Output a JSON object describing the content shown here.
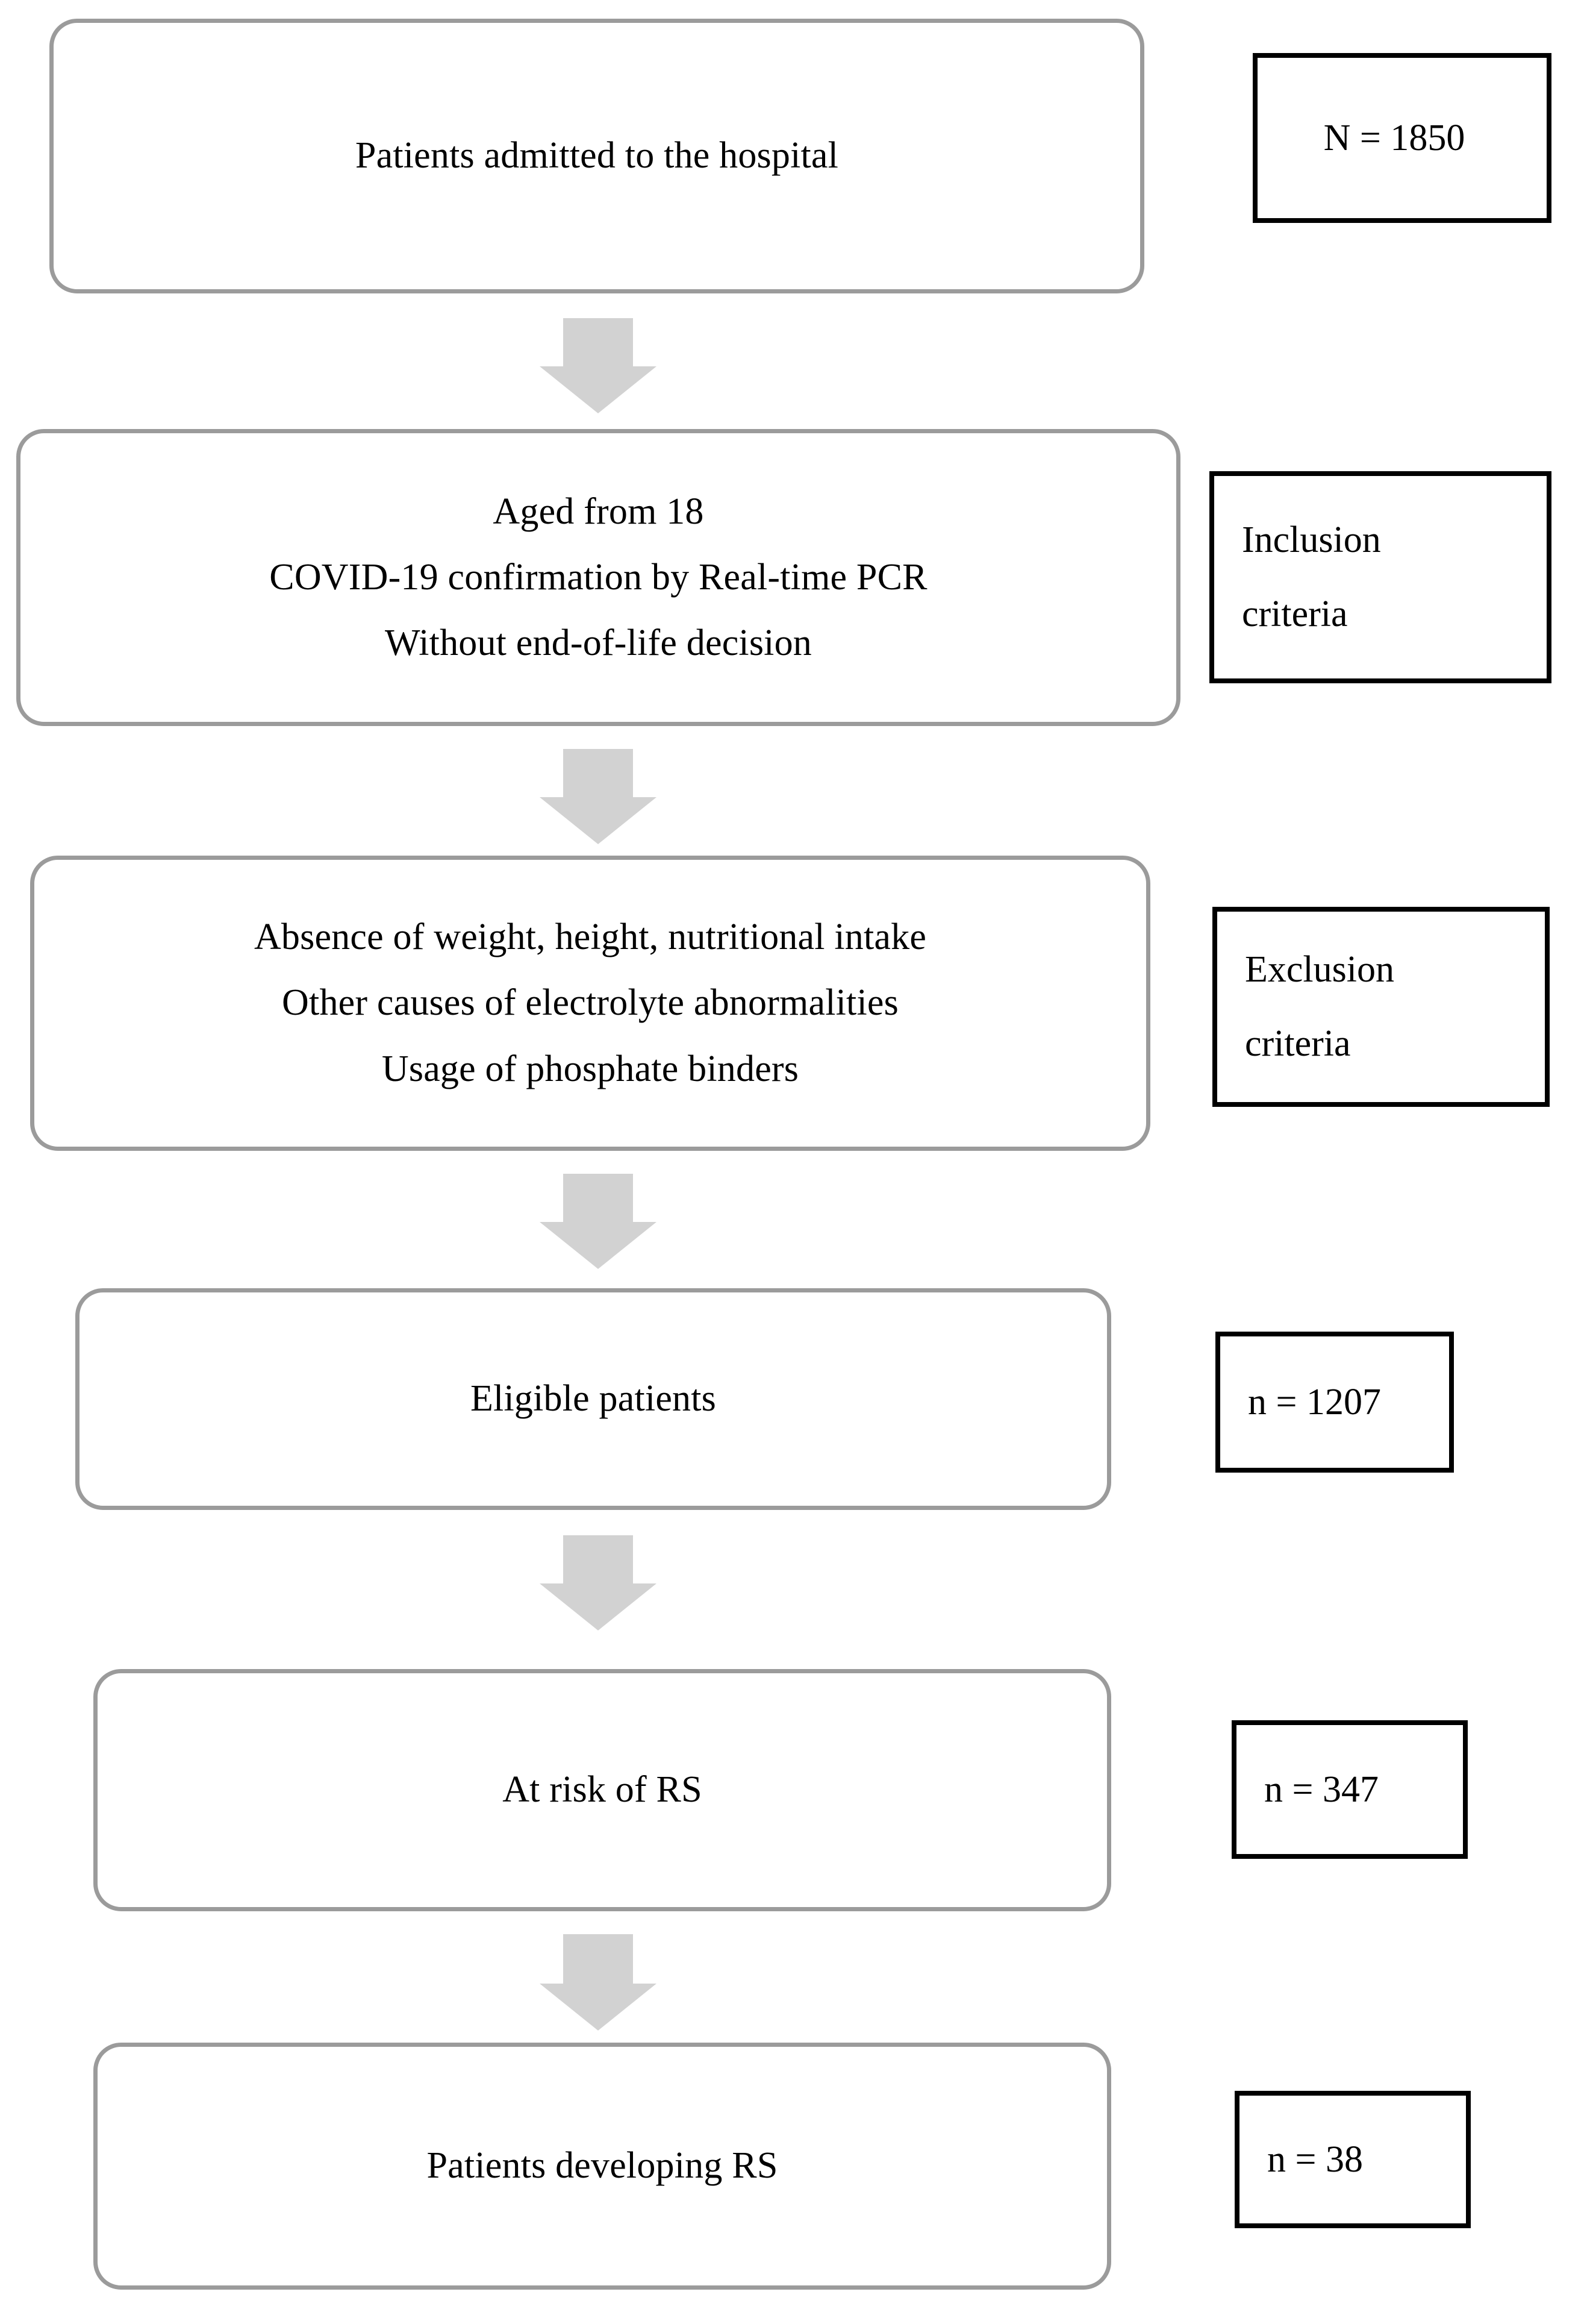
{
  "figure": {
    "kind": "study-flow-diagram",
    "colors": {
      "node_border": "#9b9b9b",
      "side_border": "#000000",
      "arrow_fill": "#d2d2d2",
      "background": "#ffffff",
      "text": "#000000"
    }
  },
  "nodes": [
    {
      "id": "admitted",
      "lines": [
        "Patients admitted to the hospital"
      ]
    },
    {
      "id": "inclusion",
      "lines": [
        "Aged from 18",
        "COVID-19 confirmation by Real-time PCR",
        "Without end-of-life decision"
      ]
    },
    {
      "id": "exclusion",
      "lines": [
        "Absence of weight, height, nutritional intake",
        "Other causes of electrolyte abnormalities",
        "Usage of phosphate binders"
      ]
    },
    {
      "id": "eligible",
      "lines": [
        "Eligible patients"
      ]
    },
    {
      "id": "at-risk",
      "lines": [
        "At risk of RS"
      ]
    },
    {
      "id": "developing",
      "lines": [
        "Patients developing RS"
      ]
    }
  ],
  "side_boxes": [
    {
      "id": "total-n",
      "lines": [
        "N = 1850"
      ]
    },
    {
      "id": "inclusion-label",
      "lines": [
        "Inclusion",
        "criteria"
      ]
    },
    {
      "id": "exclusion-label",
      "lines": [
        "Exclusion",
        "criteria"
      ]
    },
    {
      "id": "eligible-n",
      "lines": [
        "n = 1207"
      ]
    },
    {
      "id": "at-risk-n",
      "lines": [
        "n = 347"
      ]
    },
    {
      "id": "developing-n",
      "lines": [
        "n = 38"
      ]
    }
  ],
  "arrows": [
    {
      "id": "arrow-1",
      "from": "admitted",
      "to": "inclusion"
    },
    {
      "id": "arrow-2",
      "from": "inclusion",
      "to": "exclusion"
    },
    {
      "id": "arrow-3",
      "from": "exclusion",
      "to": "eligible"
    },
    {
      "id": "arrow-4",
      "from": "eligible",
      "to": "at-risk"
    },
    {
      "id": "arrow-5",
      "from": "at-risk",
      "to": "developing"
    }
  ]
}
